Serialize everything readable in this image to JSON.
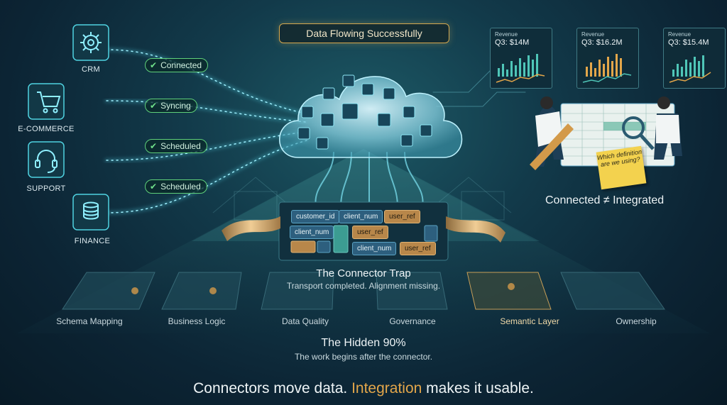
{
  "banner": "Data Flowing Successfully",
  "sources": [
    {
      "label": "CRM",
      "icon": "gear-icon",
      "status": "Connected"
    },
    {
      "label": "E-COMMERCE",
      "icon": "cart-icon",
      "status": "Syncing"
    },
    {
      "label": "SUPPORT",
      "icon": "headset-icon",
      "status": "Scheduled"
    },
    {
      "label": "FINANCE",
      "icon": "coins-icon",
      "status": "Scheduled"
    }
  ],
  "dashboards": [
    {
      "title": "Revenue",
      "value": "Q3: $14M"
    },
    {
      "title": "Revenue",
      "value": "Q3: $16.2M"
    },
    {
      "title": "Revenue",
      "value": "Q3: $15.4M"
    }
  ],
  "sticky_note": "Which definition are we using?",
  "connected_caption": "Connected ≠ Integrated",
  "chips": {
    "r1": [
      "customer_id",
      "client_num",
      "user_ref"
    ],
    "r2": [
      "client_num",
      "user_ref"
    ],
    "r3": [
      "client_num",
      "user_ref"
    ]
  },
  "trap": {
    "title": "The Connector Trap",
    "subtitle": "Transport completed. Alignment missing."
  },
  "layers": [
    "Schema Mapping",
    "Business Logic",
    "Data Quality",
    "Governance",
    "Semantic Layer",
    "Ownership"
  ],
  "hidden": {
    "title": "The Hidden 90%",
    "subtitle": "The work begins after the connector."
  },
  "footer": {
    "part1": "Connectors move data. ",
    "highlight": "Integration",
    "part2": " makes it usable."
  },
  "colors": {
    "accent_gold": "#e3a64a",
    "status_green": "#5fd07a",
    "glow_teal": "#4fd2e0"
  }
}
